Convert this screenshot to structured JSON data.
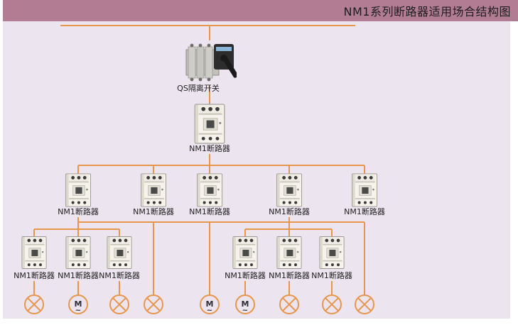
{
  "title_bar": {
    "title": "NM1系列断路器适用场合结构图"
  },
  "colors": {
    "page_background": "#ffffff",
    "canvas_background": "#ece4ee",
    "title_bar_background": "#b27d92",
    "wire_orange": "#e7964e",
    "label_text": "#222222"
  },
  "diagram": {
    "qs_switch": {
      "label": "QS隔离开关"
    },
    "main_breaker": {
      "label": "NM1断路器"
    },
    "row2_breakers": [
      {
        "label": "NM1断路器"
      },
      {
        "label": "NM1断路器"
      },
      {
        "label": "NM1断路器"
      },
      {
        "label": "NM1断路器"
      },
      {
        "label": "NM1断路器"
      }
    ],
    "row3_left_breakers": [
      {
        "label": "NM1断路器"
      },
      {
        "label": "NM1断路器"
      },
      {
        "label": "NM1断路器"
      }
    ],
    "row3_right_breakers": [
      {
        "label": "NM1断路器"
      },
      {
        "label": "NM1断路器"
      },
      {
        "label": "NM1断路器"
      }
    ],
    "loads": [
      {
        "type": "lamp"
      },
      {
        "type": "motor",
        "label": "M",
        "sub": "~"
      },
      {
        "type": "lamp"
      },
      {
        "type": "lamp"
      },
      {
        "type": "motor",
        "label": "M",
        "sub": "~"
      },
      {
        "type": "motor",
        "label": "M",
        "sub": "~"
      },
      {
        "type": "lamp"
      },
      {
        "type": "lamp"
      },
      {
        "type": "lamp"
      }
    ]
  }
}
